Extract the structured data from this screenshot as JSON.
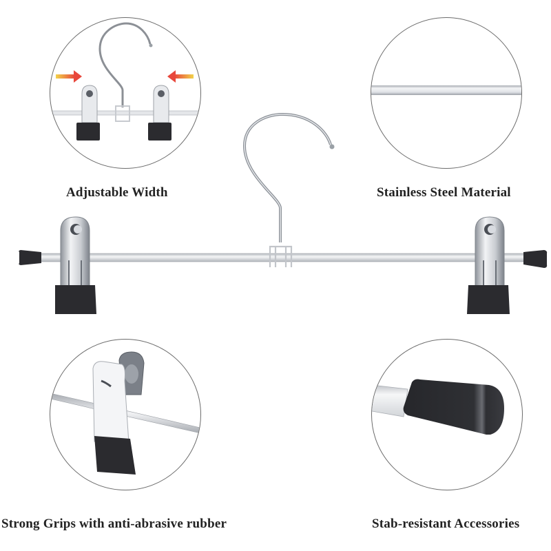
{
  "features": [
    {
      "label": "Adjustable Width",
      "icon": "adjustable-width-detail"
    },
    {
      "label": "Stainless Steel Material",
      "icon": "steel-rod-detail"
    },
    {
      "label": "Strong Grips with anti-abrasive rubber",
      "icon": "clip-grip-detail"
    },
    {
      "label": "Stab-resistant Accessories",
      "icon": "rubber-end-cap-detail"
    }
  ],
  "colors": {
    "background": "#ffffff",
    "circle_border": "#6b6b6b",
    "text": "#222222",
    "rubber": "#2b2b2f",
    "chrome": "#d9dce0",
    "arrow_start": "#f2d24a",
    "arrow_end": "#e8473c"
  }
}
